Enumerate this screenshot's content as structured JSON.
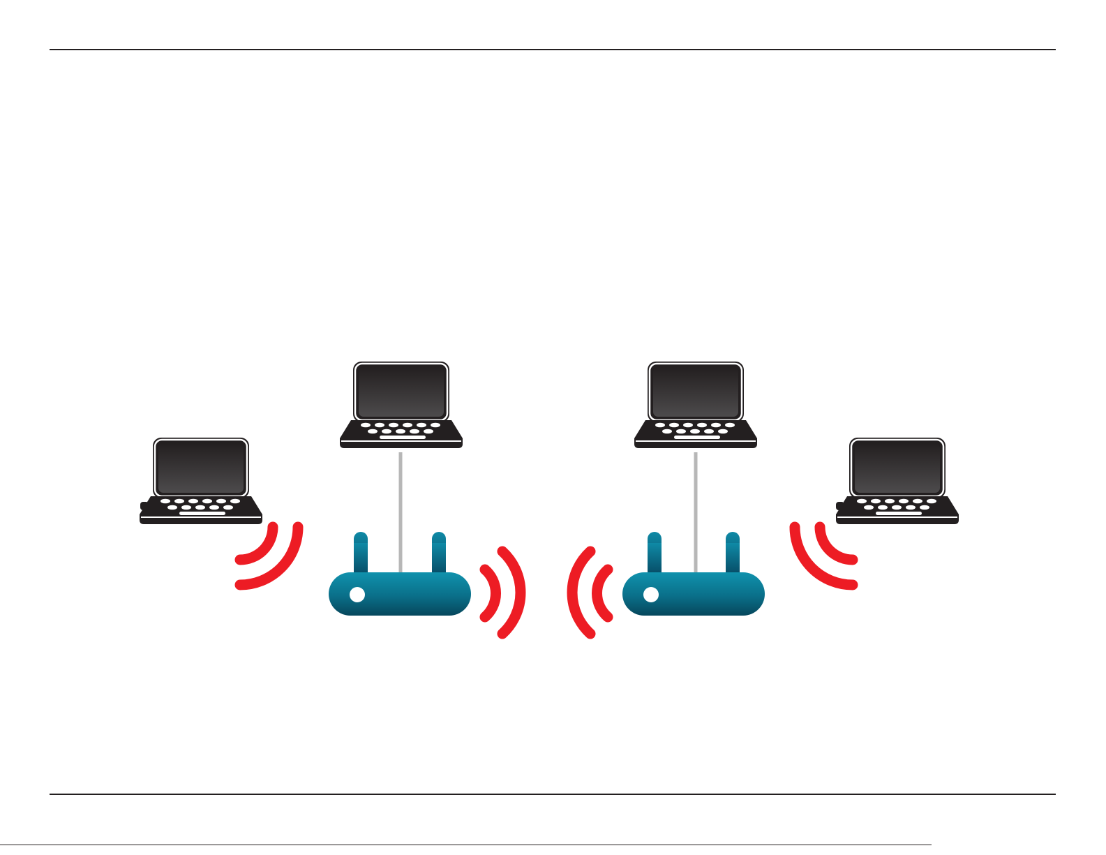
{
  "diagram": {
    "laptops": [
      {
        "id": "laptop-left"
      },
      {
        "id": "laptop-center-left"
      },
      {
        "id": "laptop-center-right"
      },
      {
        "id": "laptop-right"
      }
    ],
    "routers": [
      {
        "id": "router-left"
      },
      {
        "id": "router-right"
      }
    ],
    "connections": [
      {
        "from": "laptop-center-left",
        "to": "router-left",
        "type": "wired"
      },
      {
        "from": "laptop-center-right",
        "to": "router-right",
        "type": "wired"
      },
      {
        "from": "laptop-left",
        "to": "router-left",
        "type": "wireless"
      },
      {
        "from": "router-left",
        "to": "router-right",
        "type": "wireless"
      },
      {
        "from": "laptop-right",
        "to": "router-right",
        "type": "wireless"
      }
    ]
  },
  "colors": {
    "rule": "#231f20",
    "wireless_signal": "#ed1c24",
    "router_body": "#0b7a95",
    "router_dark": "#064d63",
    "laptop_body": "#2b2929",
    "cable": "#b7b7b7"
  }
}
